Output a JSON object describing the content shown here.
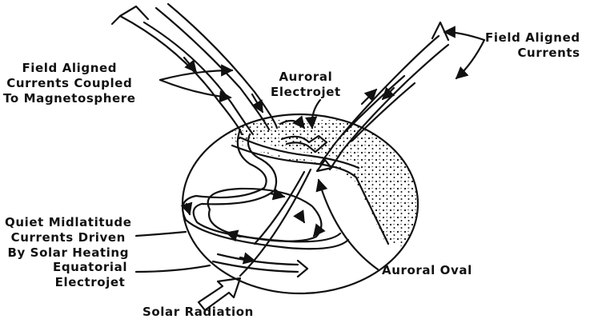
{
  "labels": {
    "field_aligned_coupled": [
      "Field Aligned",
      "Currents Coupled",
      "To Magnetosphere"
    ],
    "field_aligned": [
      "Field Aligned",
      "Currents"
    ],
    "auroral_electrojet": [
      "Auroral",
      "Electrojet"
    ],
    "quiet_midlatitude": [
      "Quiet Midlatitude",
      "Currents Driven",
      "By Solar Heating"
    ],
    "equatorial_electrojet": [
      "Equatorial",
      "Electrojet"
    ],
    "auroral_oval": "Auroral Oval",
    "solar_radiation": "Solar Radiation"
  },
  "colors": {
    "ink": "#111111",
    "background": "#ffffff"
  }
}
